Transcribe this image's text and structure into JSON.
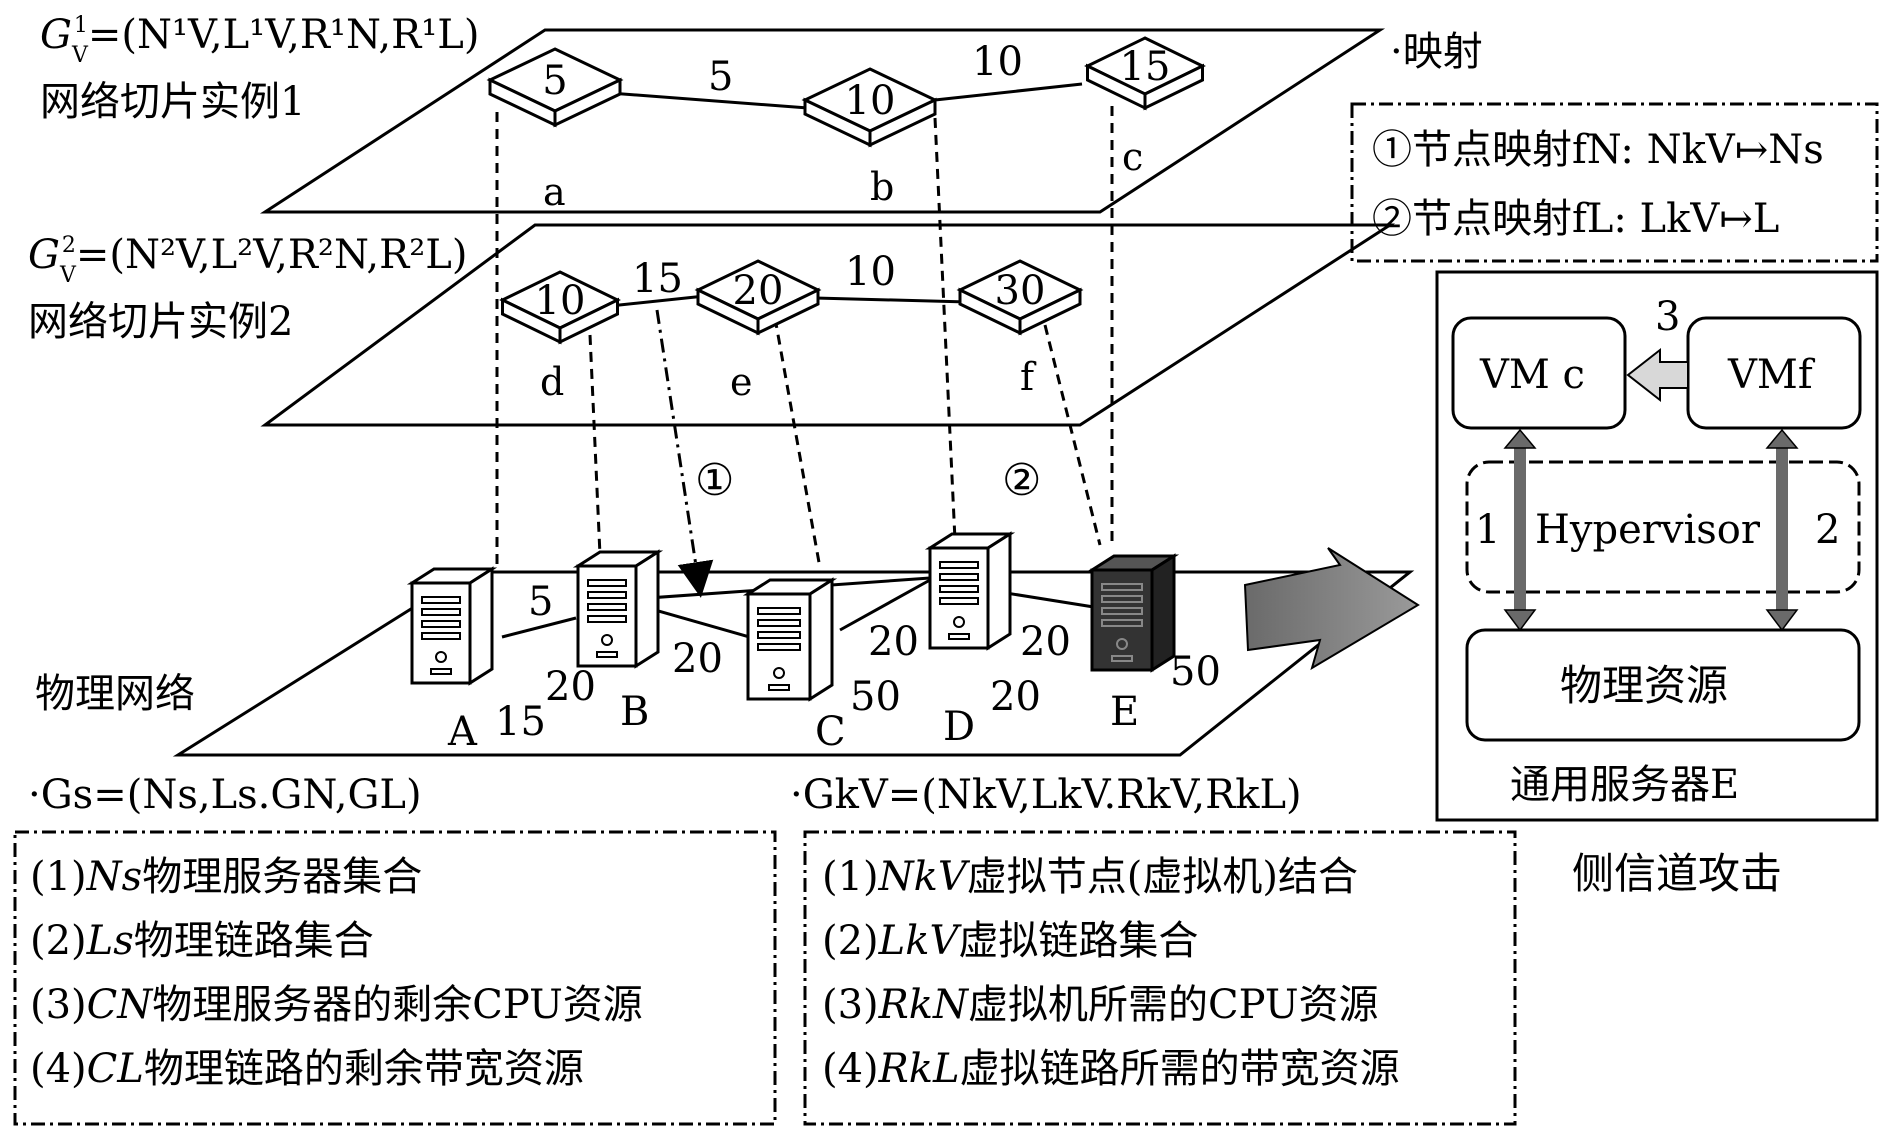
{
  "diagram": {
    "slice1": {
      "formula_lhs": "G",
      "formula_sub": "V",
      "formula_sup": "1",
      "formula_rhs": "=(N¹V,L¹V,R¹N,R¹L)",
      "label": "网络切片实例1",
      "nodes": [
        {
          "id": "a",
          "value": "5"
        },
        {
          "id": "b",
          "value": "10"
        },
        {
          "id": "c",
          "value": "15"
        }
      ],
      "links": [
        {
          "from": "a",
          "to": "b",
          "value": "5"
        },
        {
          "from": "b",
          "to": "c",
          "value": "10"
        }
      ]
    },
    "slice2": {
      "formula_lhs": "G",
      "formula_sub": "V",
      "formula_sup": "2",
      "formula_rhs": "=(N²V,L²V,R²N,R²L)",
      "label": "网络切片实例2",
      "nodes": [
        {
          "id": "d",
          "value": "10"
        },
        {
          "id": "e",
          "value": "20"
        },
        {
          "id": "f",
          "value": "30"
        }
      ],
      "links": [
        {
          "from": "d",
          "to": "e",
          "value": "15"
        },
        {
          "from": "e",
          "to": "f",
          "value": "10"
        }
      ]
    },
    "physical": {
      "label": "物理网络",
      "servers": [
        {
          "id": "A",
          "value": "15"
        },
        {
          "id": "B",
          "value": "20"
        },
        {
          "id": "C",
          "value": "50"
        },
        {
          "id": "D",
          "value": "20"
        },
        {
          "id": "E",
          "value": "50"
        }
      ],
      "link_labels": [
        "5",
        "20",
        "20",
        "20"
      ],
      "formula": "·Gs=(Ns,Ls.GN,GL)"
    },
    "mapping_markers": [
      "①",
      "②"
    ],
    "mapping_title": "·映射",
    "mapping_rules": [
      "①节点映射fN: NkV↦Ns",
      "②节点映射fL: LkV↦L"
    ],
    "virtual_formula": "·GkV=(NkV,LkV.RkV,RkL)",
    "server_detail": {
      "vm_c": "VM c",
      "vm_f": "VMf",
      "hypervisor": "Hypervisor",
      "physical_resource": "物理资源",
      "arrow_labels": [
        "1",
        "2",
        "3"
      ],
      "caption": "通用服务器E"
    },
    "attack_label": "侧信道攻击",
    "physical_legend": [
      {
        "num": "(1)",
        "sym": "Ns",
        "text": "物理服务器集合"
      },
      {
        "num": "(2)",
        "sym": "Ls",
        "text": "物理链路集合"
      },
      {
        "num": "(3)",
        "sym": "CN",
        "text": "物理服务器的剩余CPU资源"
      },
      {
        "num": "(4)",
        "sym": "CL",
        "text": "物理链路的剩余带宽资源"
      }
    ],
    "virtual_legend": [
      {
        "num": "(1)",
        "sym": "NkV",
        "text": "虚拟节点(虚拟机)结合"
      },
      {
        "num": "(2)",
        "sym": "LkV",
        "text": "虚拟链路集合"
      },
      {
        "num": "(3)",
        "sym": "RkN",
        "text": "虚拟机所需的CPU资源"
      },
      {
        "num": "(4)",
        "sym": "RkL",
        "text": "虚拟链路所需的带宽资源"
      }
    ]
  }
}
